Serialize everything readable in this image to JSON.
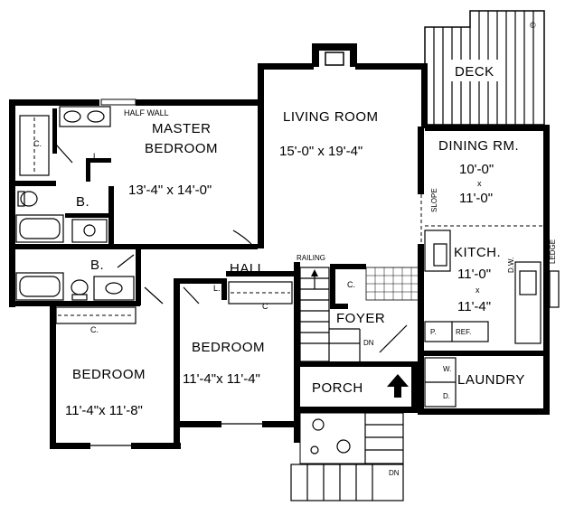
{
  "rooms": {
    "deck": "DECK",
    "living": "LIVING ROOM",
    "living_dim": "15'-0\" x 19'-4\"",
    "master_line1": "MASTER",
    "master_line2": "BEDROOM",
    "master_dim": "13'-4\" x 14'-0\"",
    "dining": "DINING RM.",
    "dining_dim1": "10'-0\"",
    "dining_x": "x",
    "dining_dim2": "11'-0\"",
    "kitchen": "KITCH.",
    "kitchen_dim1": "11'-0\"",
    "kitchen_x": "x",
    "kitchen_dim2": "11'-4\"",
    "hall": "HALL",
    "foyer": "FOYER",
    "bedroom_mid": "BEDROOM",
    "bedroom_mid_dim": "11'-4\"x 11'-4\"",
    "bedroom_left": "BEDROOM",
    "bedroom_left_dim": "11'-4\"x 11'-8\"",
    "porch": "PORCH",
    "laundry": "LAUNDRY"
  },
  "labels": {
    "half_wall": "HALF WALL",
    "closet_master": "C.",
    "linen_master": "L.",
    "bath1": "B.",
    "bath2": "B.",
    "linen_hall": "L.",
    "closet_hall": "C",
    "closet_foyer": "C.",
    "closet_bedroom": "C.",
    "slope": "SLOPE",
    "railing": "RAILING",
    "dn_stair": "DN",
    "dn_entry": "DN",
    "dw": "D.W.",
    "ledge": "LEDGE",
    "pantry": "P.",
    "refrigerator": "REF.",
    "washer": "W.",
    "dryer": "D.",
    "copyright": "©"
  }
}
